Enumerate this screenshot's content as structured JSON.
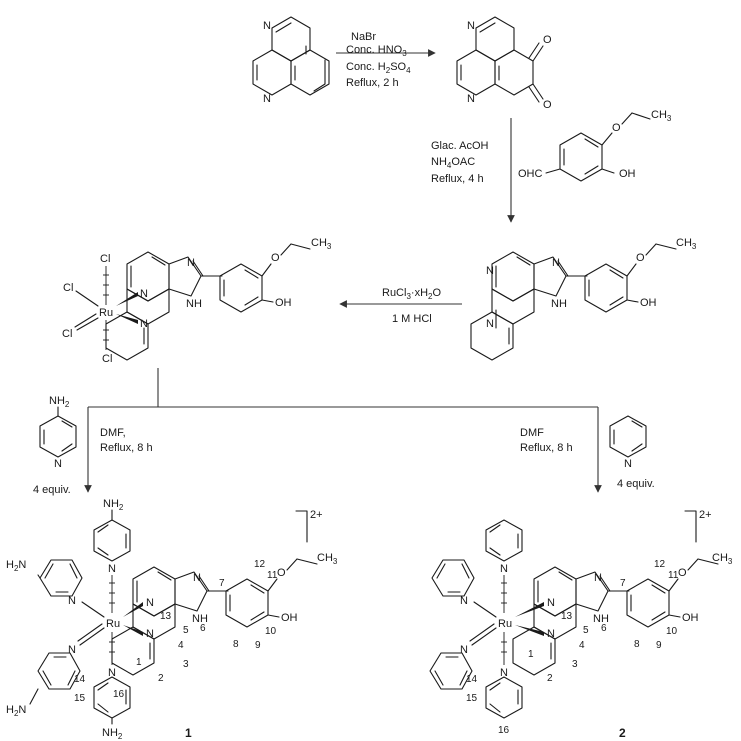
{
  "step1": {
    "reagent_lines": [
      "NaBr",
      "Conc. HNO",
      "Conc. H",
      "Reflux, 2 h"
    ],
    "sub_3": "3",
    "sub_2": "2",
    "so4": "SO",
    "sub_4": "4"
  },
  "step2": {
    "reagent_lines": [
      "Glac. AcOH",
      "NH",
      "Reflux, 4 h"
    ],
    "sub_4": "4",
    "oac": "OAC"
  },
  "aldehyde": {
    "cho": "OHC",
    "oh": "OH",
    "ch3": "CH",
    "sub_3": "3"
  },
  "step3": {
    "reagent_top": "RuCl",
    "sub_3": "3",
    "xh": "·xH",
    "sub_2": "2",
    "o": "O",
    "reagent_bottom": "1 M HCl"
  },
  "ligand": {
    "n_left_top": "N",
    "n_left_bottom": "N",
    "n_imid_top": "N",
    "nh": "NH",
    "oh": "OH",
    "ch3": "CH",
    "sub_3": "3"
  },
  "ru_complex": {
    "ru": "Ru",
    "cl_top": "Cl",
    "cl_left": "Cl",
    "cl_lower_left": "Cl",
    "cl_bottom": "Cl"
  },
  "branch_left": {
    "nh2": "NH",
    "sub_2": "2",
    "reagent_lines": [
      "DMF,",
      "Reflux, 8 h"
    ],
    "equiv": "4 equiv."
  },
  "branch_right": {
    "n": "N",
    "reagent_lines": [
      "DMF",
      "Reflux, 8 h"
    ],
    "equiv": "4 equiv."
  },
  "product1": {
    "label": "1",
    "charge": "2+",
    "ru": "Ru",
    "numbers": [
      "1",
      "2",
      "3",
      "4",
      "5",
      "6",
      "7",
      "8",
      "9",
      "10",
      "11",
      "12",
      "13",
      "14",
      "15",
      "16"
    ],
    "h2n_left": "H",
    "h2n_sub": "2",
    "h2n_n": "N",
    "nh2_top": "NH",
    "nh2_bottom": "NH",
    "sub_2": "2",
    "nh": "NH",
    "oh": "OH",
    "ch3": "CH",
    "sub_3": "3"
  },
  "product2": {
    "label": "2",
    "charge": "2+",
    "ru": "Ru",
    "numbers": [
      "1",
      "2",
      "3",
      "4",
      "5",
      "6",
      "7",
      "8",
      "9",
      "10",
      "11",
      "12",
      "13",
      "14",
      "15",
      "16"
    ],
    "nh": "NH",
    "oh": "OH",
    "ch3": "CH",
    "sub_3": "3"
  }
}
